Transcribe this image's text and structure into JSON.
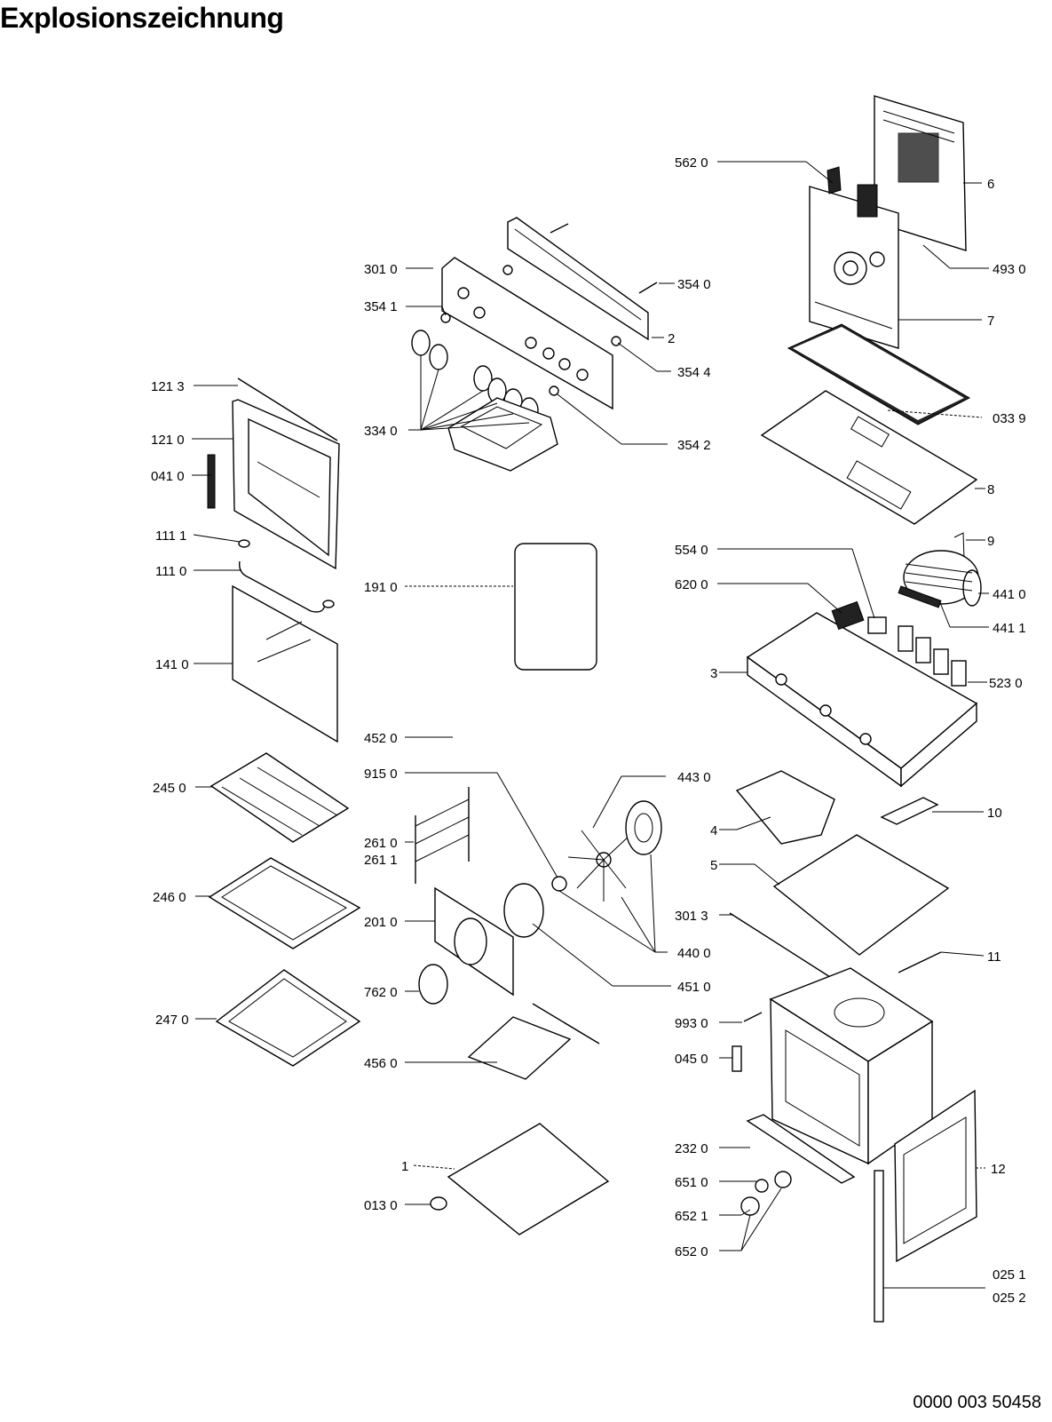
{
  "title": "Explosionszeichnung",
  "document_number": "0000 003 50458",
  "labels": {
    "l5620": "562 0",
    "l6": "6",
    "l4930": "493 0",
    "l3010": "301 0",
    "l3540": "354 0",
    "l3541": "354 1",
    "l2": "2",
    "l7": "7",
    "l3544": "354 4",
    "l1213": "121 3",
    "l3340": "334 0",
    "l3542": "354 2",
    "l0339": "033 9",
    "l1210": "121 0",
    "l0410": "041 0",
    "l8": "8",
    "l9": "9",
    "l1111": "111 1",
    "l5540": "554 0",
    "l1110": "111 0",
    "l1910": "191 0",
    "l6200": "620 0",
    "l4410": "441 0",
    "l4411": "441 1",
    "l1410": "141 0",
    "l3": "3",
    "l5230": "523 0",
    "l4520": "452 0",
    "l9150": "915 0",
    "l4430": "443 0",
    "l2450": "245 0",
    "l4": "4",
    "l10": "10",
    "l2610": "261 0",
    "l2611": "261 1",
    "l5": "5",
    "l2460": "246 0",
    "l2010": "201 0",
    "l3013": "301 3",
    "l4400": "440 0",
    "l11": "11",
    "l7620": "762 0",
    "l4510": "451 0",
    "l2470": "247 0",
    "l9930": "993 0",
    "l0450": "045 0",
    "l4560": "456 0",
    "l2320": "232 0",
    "l1": "1",
    "l12": "12",
    "l6510": "651 0",
    "l0130": "013 0",
    "l6521": "652 1",
    "l6520": "652 0",
    "l0251": "025 1",
    "l0252": "025 2"
  }
}
